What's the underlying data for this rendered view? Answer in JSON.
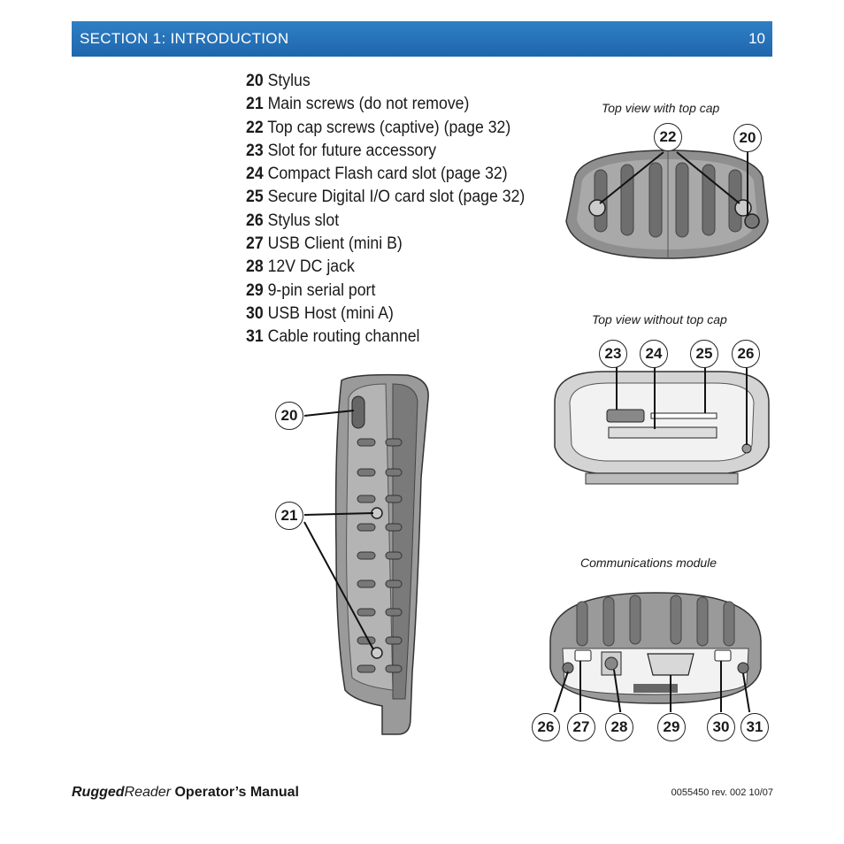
{
  "header": {
    "section_title": "SECTION 1: INTRODUCTION",
    "page_number": "10"
  },
  "legend": [
    {
      "num": "20",
      "label": "Stylus"
    },
    {
      "num": "21",
      "label": "Main screws (do not remove)"
    },
    {
      "num": "22",
      "label": "Top cap screws (captive) (page 32)"
    },
    {
      "num": "23",
      "label": "Slot for future accessory"
    },
    {
      "num": "24",
      "label": "Compact Flash card slot (page 32)"
    },
    {
      "num": "25",
      "label": "Secure Digital I/O card slot (page 32)"
    },
    {
      "num": "26",
      "label": "Stylus slot"
    },
    {
      "num": "27",
      "label": "USB Client (mini B)"
    },
    {
      "num": "28",
      "label": "12V DC jack"
    },
    {
      "num": "29",
      "label": "9-pin serial port"
    },
    {
      "num": "30",
      "label": "USB Host (mini A)"
    },
    {
      "num": "31",
      "label": "Cable routing channel"
    }
  ],
  "figures": {
    "top_cap": {
      "caption": "Top view with top cap",
      "callouts": [
        "22",
        "20"
      ]
    },
    "no_cap": {
      "caption": "Top view without top cap",
      "callouts": [
        "23",
        "24",
        "25",
        "26"
      ]
    },
    "comm": {
      "caption": "Communications module",
      "callouts": [
        "26",
        "27",
        "28",
        "29",
        "30",
        "31"
      ]
    },
    "side": {
      "callouts": [
        "20",
        "21"
      ]
    }
  },
  "footer": {
    "brand_bold": "Rugged",
    "brand_italic": "Reader",
    "manual_title": " Operator’s Manual",
    "doc_ref": "0055450  rev. 002  10/07"
  }
}
